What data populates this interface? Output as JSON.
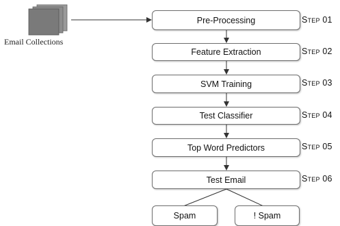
{
  "source": {
    "label": "Email Collections",
    "icon": "document-stack-icon"
  },
  "steps": [
    {
      "label": "Pre-Processing",
      "step": "Step 01"
    },
    {
      "label": "Feature Extraction",
      "step": "Step 02"
    },
    {
      "label": "SVM Training",
      "step": "Step 03"
    },
    {
      "label": "Test Classifier",
      "step": "Step 04"
    },
    {
      "label": "Top Word Predictors",
      "step": "Step 05"
    },
    {
      "label": "Test Email",
      "step": "Step 06"
    }
  ],
  "outputs": [
    {
      "label": "Spam"
    },
    {
      "label": "! Spam"
    }
  ],
  "colors": {
    "border": "#6e6e6e",
    "arrow": "#333333",
    "doc_fill": "#7a7a7a"
  }
}
